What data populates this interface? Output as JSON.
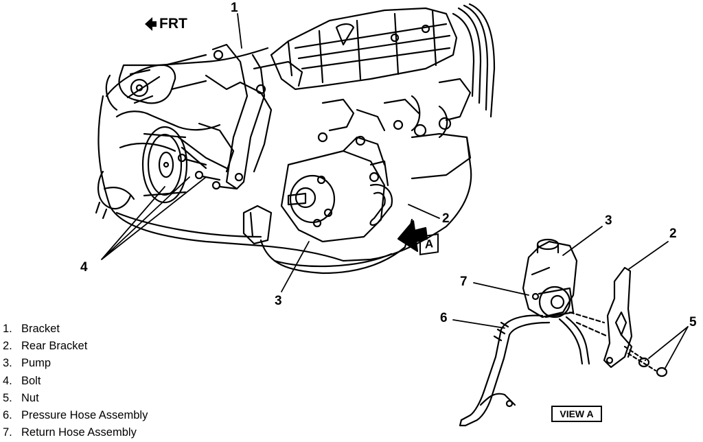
{
  "front_indicator": {
    "text": "FRT",
    "icon": "arrow-left-icon"
  },
  "callouts": {
    "c1": "1",
    "c2_main": "2",
    "c3_main": "3",
    "c4_main": "4",
    "c3_view": "3",
    "c2_view": "2",
    "c7_view": "7",
    "c6_view": "6",
    "c5_view": "5"
  },
  "view_arrow_label": "A",
  "view_label": "VIEW A",
  "legend": [
    {
      "num": "1.",
      "text": "Bracket"
    },
    {
      "num": "2.",
      "text": "Rear Bracket"
    },
    {
      "num": "3.",
      "text": "Pump"
    },
    {
      "num": "4.",
      "text": "Bolt"
    },
    {
      "num": "5.",
      "text": "Nut"
    },
    {
      "num": "6.",
      "text": "Pressure Hose Assembly"
    },
    {
      "num": "7.",
      "text": "Return Hose Assembly"
    }
  ]
}
